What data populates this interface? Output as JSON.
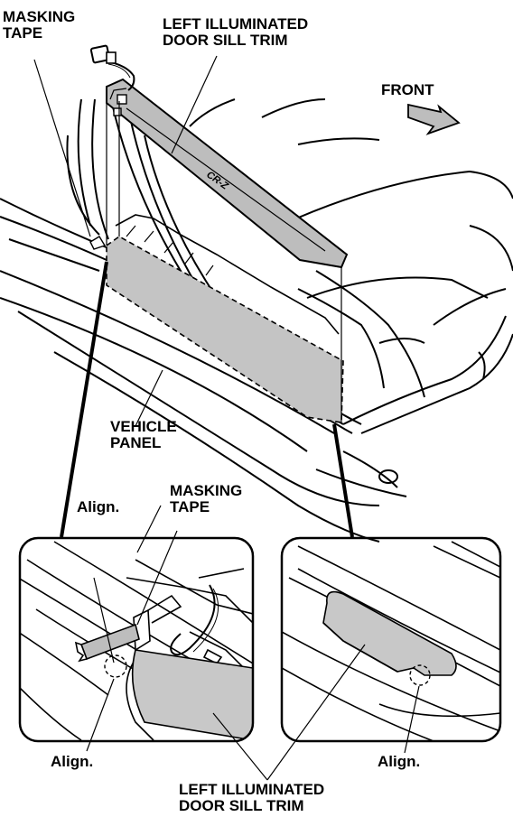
{
  "labels": {
    "masking_tape_top": [
      "MASKING",
      "TAPE"
    ],
    "trim_top": [
      "LEFT ILLUMINATED",
      "DOOR SILL TRIM"
    ],
    "front": "FRONT",
    "logo": "CR-Z",
    "vehicle_panel": [
      "VEHICLE",
      "PANEL"
    ],
    "align_left_top": "Align.",
    "masking_tape_inset": [
      "MASKING",
      "TAPE"
    ],
    "align_left_bottom": "Align.",
    "align_right_bottom": "Align.",
    "trim_bottom": [
      "LEFT ILLUMINATED",
      "DOOR SILL TRIM"
    ]
  },
  "colors": {
    "line": "#000000",
    "trim_fill": "#bdbdbd",
    "panel_fill": "#c4c4c4",
    "background": "#ffffff"
  }
}
